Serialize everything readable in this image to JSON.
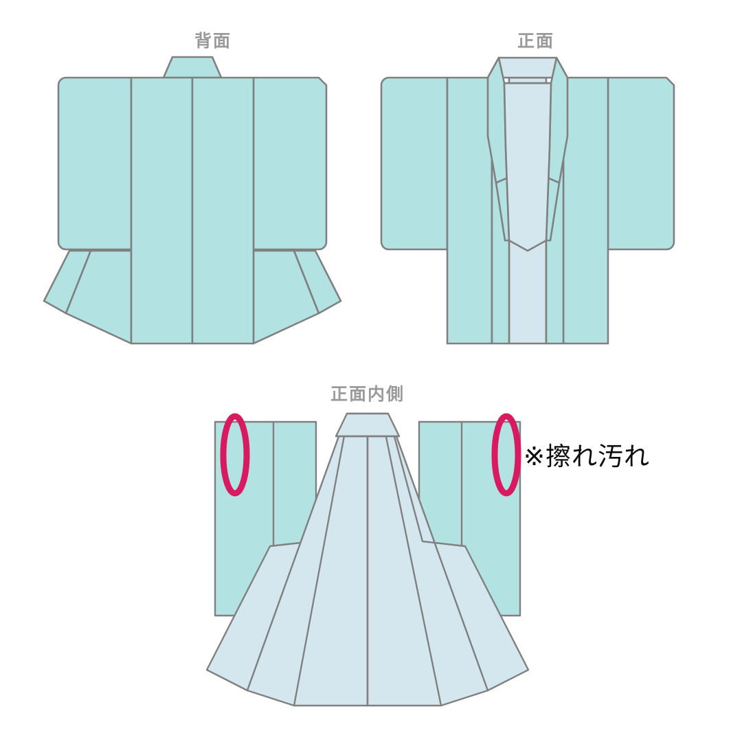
{
  "document": {
    "kind": "garment-condition-illustration",
    "garment": "kimono",
    "background_color": "#ffffff"
  },
  "palette": {
    "outer_fabric": "#b2e2e2",
    "lining_fabric": "#d5e7ee",
    "outline": "#808080",
    "title_text": "#9a9a9a",
    "note_text": "#0b0b0b",
    "marker_pink": "#d81b60"
  },
  "panels": [
    {
      "id": "back",
      "title": "背面",
      "fill": "#b2e2e2"
    },
    {
      "id": "front",
      "title": "正面",
      "fill": "#b2e2e2",
      "collar_fill": "#d5e7ee"
    },
    {
      "id": "inner",
      "title": "正面内側",
      "fill": "#d5e7ee",
      "sleeve_fill": "#b2e2e2"
    }
  ],
  "annotation": {
    "note_label": "※擦れ汚れ",
    "marker_shape": "ellipse-outline",
    "marker_color": "#d81b60",
    "marker_count": 2,
    "marker_positions": [
      "left-sleeve-edge",
      "right-sleeve-edge"
    ]
  }
}
